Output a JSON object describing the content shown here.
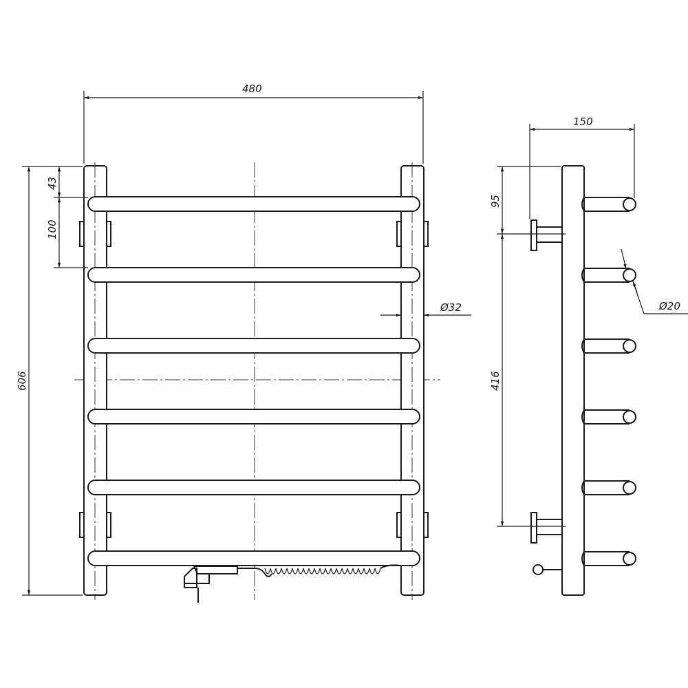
{
  "drawing": {
    "title": "Heated towel rail technical drawing",
    "front_view": {
      "width_label": "480",
      "height_label": "606",
      "top_offset_label": "43",
      "rung_pitch_label": "100",
      "tube_diameter_label": "Ø32",
      "rung_count": 6
    },
    "side_view": {
      "depth_label": "150",
      "bracket_top_label": "95",
      "bracket_spacing_label": "416",
      "rung_diameter_label": "Ø20"
    }
  }
}
